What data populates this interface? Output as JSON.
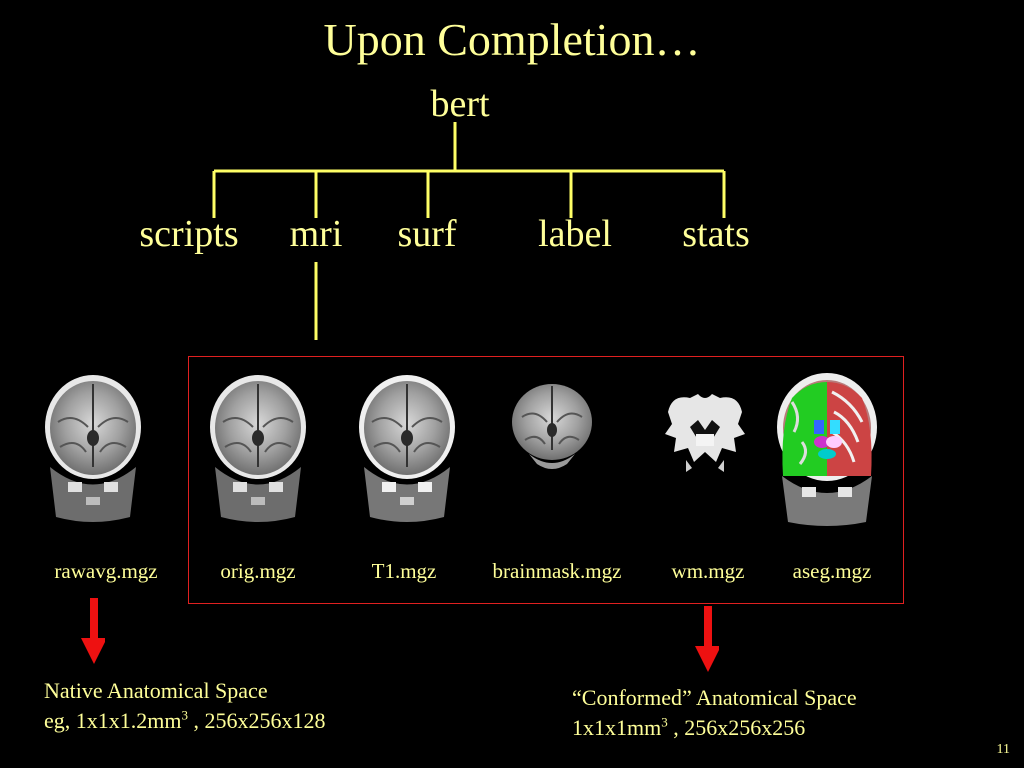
{
  "slide": {
    "title": "Upon Completion…",
    "page_number": "11"
  },
  "tree": {
    "root": "bert",
    "children": [
      "scripts",
      "mri",
      "surf",
      "label",
      "stats"
    ]
  },
  "files": [
    {
      "name": "rawavg.mgz",
      "kind": "raw"
    },
    {
      "name": "orig.mgz",
      "kind": "orig"
    },
    {
      "name": "T1.mgz",
      "kind": "t1"
    },
    {
      "name": "brainmask.mgz",
      "kind": "brainmask"
    },
    {
      "name": "wm.mgz",
      "kind": "wm"
    },
    {
      "name": "aseg.mgz",
      "kind": "aseg"
    }
  ],
  "notes": {
    "native": {
      "line1": "Native Anatomical Space",
      "line2_prefix": "eg, 1x1x1.2mm",
      "line2_sup": "3",
      "line2_suffix": " , 256x256x128"
    },
    "conformed": {
      "line1": "“Conformed” Anatomical Space",
      "line2_prefix": "1x1x1mm",
      "line2_sup": "3",
      "line2_suffix": " , 256x256x256"
    }
  },
  "colors": {
    "text_yellow": "#ffff99",
    "tree_line": "#ffff66",
    "box_border": "#e02020",
    "arrow": "#ee1111"
  }
}
